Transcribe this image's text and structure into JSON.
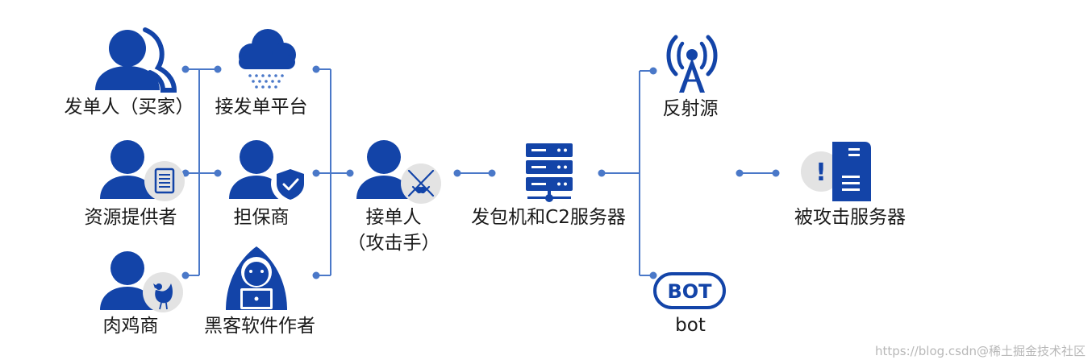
{
  "colors": {
    "primary": "#1344a8",
    "line": "#4a78c8",
    "dot": "#4a78c8",
    "badge": "#e3e3e3"
  },
  "nodes": {
    "buyer": "发单人（买家）",
    "order_platform": "接发单平台",
    "resource_provider": "资源提供者",
    "guarantor": "担保商",
    "broiler_dealer": "肉鸡商",
    "hacker_author": "黑客软件作者",
    "attacker_line1": "接单人",
    "attacker_line2": "（攻击手）",
    "c2_server": "发包机和C2服务器",
    "reflector": "反射源",
    "bot": "bot",
    "victim": "被攻击服务器"
  },
  "icons": {
    "bot_badge_text": "BOT",
    "alert_mark": "!"
  },
  "watermark": "https://blog.csdn@稀土掘金技术社区"
}
